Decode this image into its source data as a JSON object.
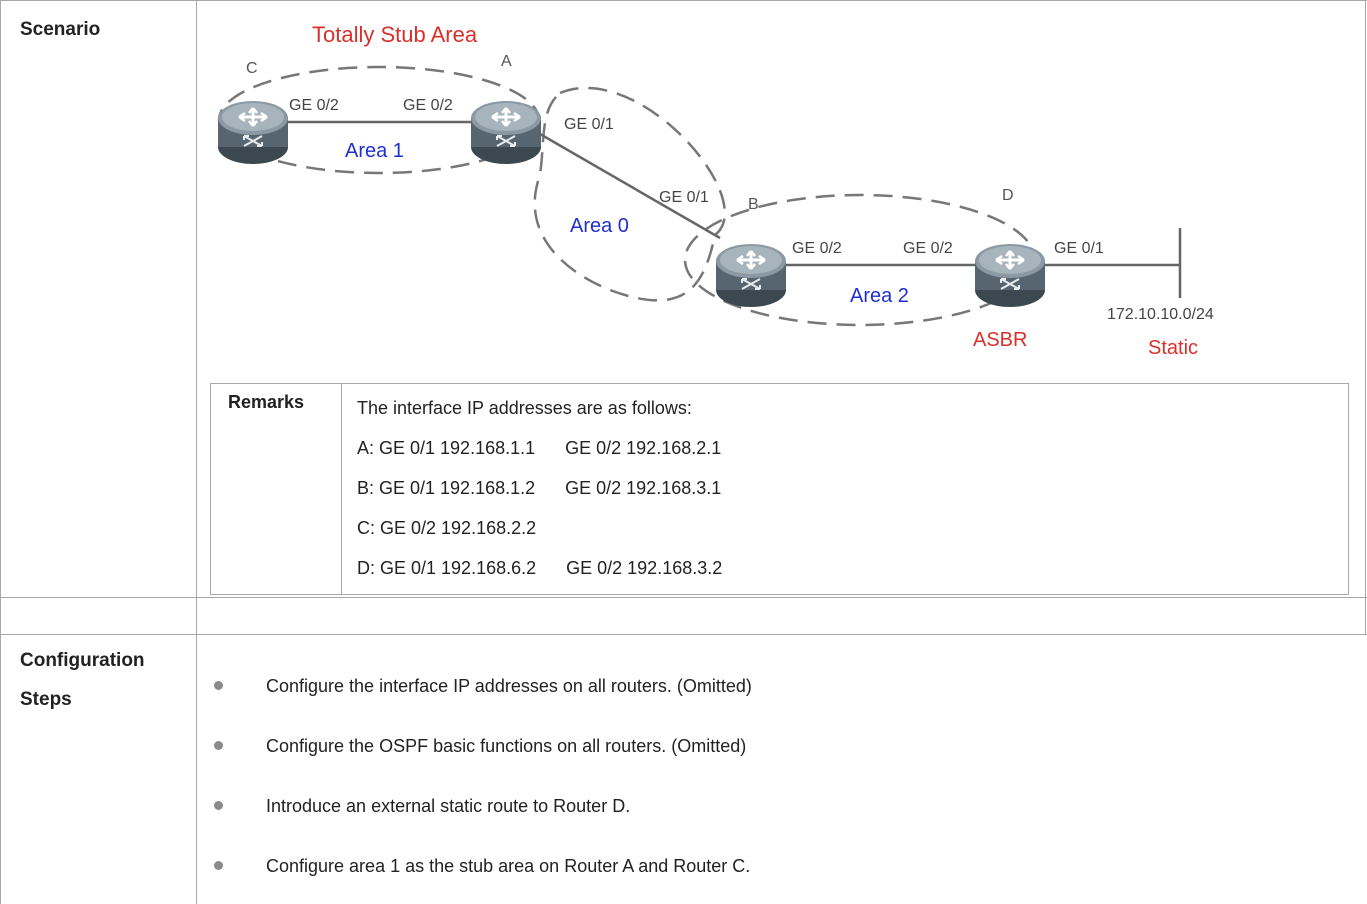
{
  "rows": {
    "scenario_label": "Scenario",
    "config_label_line1": "Configuration",
    "config_label_line2": "Steps"
  },
  "diagram": {
    "title": "Totally Stub Area",
    "routers": {
      "a": "A",
      "b": "B",
      "c": "C",
      "d": "D"
    },
    "areas": {
      "area1": "Area 1",
      "area0": "Area 0",
      "area2": "Area 2"
    },
    "ports": {
      "c_ge02": "GE 0/2",
      "a_ge02": "GE 0/2",
      "a_ge01": "GE 0/1",
      "b_ge01": "GE 0/1",
      "b_ge02": "GE 0/2",
      "d_ge02": "GE 0/2",
      "d_ge01": "GE 0/1"
    },
    "network": "172.10.10.0/24",
    "asbr": "ASBR",
    "static": "Static",
    "colors": {
      "red_label": "#d9302b",
      "area_label": "#1f2fd0",
      "router_body": "#5c6a73"
    },
    "icons": {
      "router": "router-icon"
    }
  },
  "remarks": {
    "label": "Remarks",
    "lines": [
      "The interface IP addresses are as follows:",
      "A: GE 0/1 192.168.1.1      GE 0/2 192.168.2.1",
      "B: GE 0/1 192.168.1.2      GE 0/2 192.168.3.1",
      "C: GE 0/2 192.168.2.2",
      "D: GE 0/1 192.168.6.2      GE 0/2 192.168.3.2"
    ]
  },
  "steps": [
    "Configure the interface IP addresses on all routers. (Omitted)",
    "Configure the OSPF basic functions on all routers. (Omitted)",
    "Introduce an external static route to Router D.",
    "Configure area 1 as the stub area on Router A and Router C."
  ]
}
